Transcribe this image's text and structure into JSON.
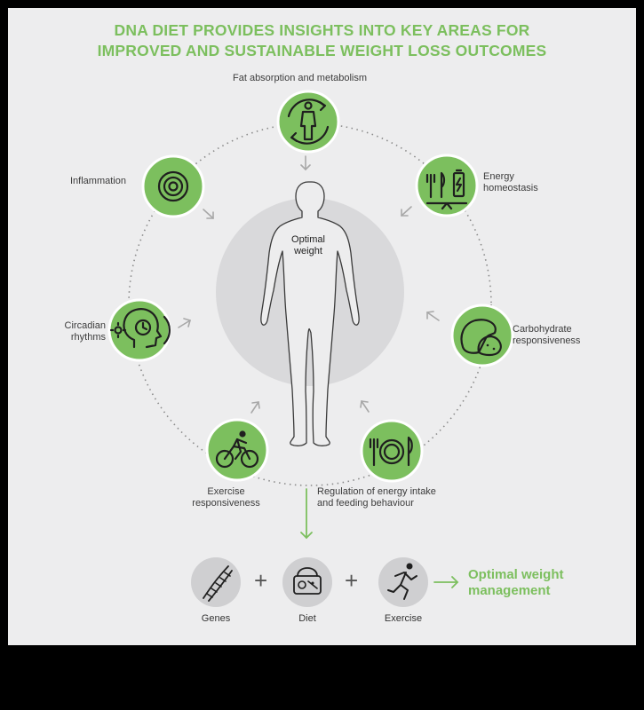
{
  "title": {
    "line1": "DNA DIET PROVIDES INSIGHTS INTO KEY AREAS FOR",
    "line2": "IMPROVED AND SUSTAINABLE WEIGHT LOSS OUTCOMES"
  },
  "center": {
    "line1": "Optimal",
    "line2": "weight"
  },
  "areas": {
    "fat": {
      "line1": "Fat absorption and metabolism"
    },
    "energy": {
      "line1": "Energy",
      "line2": "homeostasis"
    },
    "carb": {
      "line1": "Carbohydrate",
      "line2": "responsiveness"
    },
    "regulation": {
      "line1": "Regulation of energy intake",
      "line2": "and feeding behaviour"
    },
    "exercise": {
      "line1": "Exercise",
      "line2": "responsiveness"
    },
    "circadian": {
      "line1": "Circadian",
      "line2": "rhythms"
    },
    "inflammation": {
      "line1": "Inflammation"
    }
  },
  "equation": {
    "genes": "Genes",
    "diet": "Diet",
    "exercise": "Exercise",
    "plus": "+",
    "result_line1": "Optimal weight",
    "result_line2": "management"
  },
  "colors": {
    "accent_green": "#7cbf5e",
    "panel_bg": "#ededee",
    "center_disc": "#d9d9db",
    "bottom_circle": "#cfcfd1"
  },
  "icons": {
    "fat": "body-metabolism-icon",
    "energy": "cutlery-battery-balance-icon",
    "carb": "bread-potato-icon",
    "regulation": "plate-cutlery-icon",
    "exercise": "cyclist-icon",
    "circadian": "head-clock-sun-icon",
    "inflammation": "target-rings-icon",
    "genes": "dna-icon",
    "diet": "food-basket-icon",
    "exercise_bottom": "runner-icon"
  }
}
